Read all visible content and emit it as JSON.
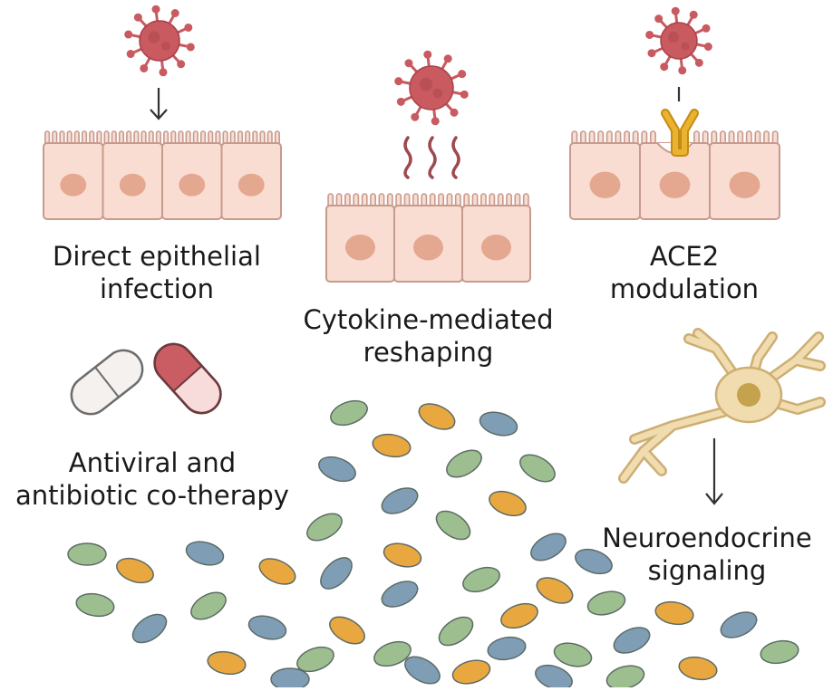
{
  "labels": {
    "direct": [
      "Direct epithelial",
      "infection"
    ],
    "cytokine": [
      "Cytokine-mediated",
      "reshaping"
    ],
    "ace2": [
      "ACE2",
      "modulation"
    ],
    "antiviral": [
      "Antiviral and",
      "antibiotic co-therapy"
    ],
    "neuro": [
      "Neuroendocrine",
      "signaling"
    ]
  },
  "icons": {
    "virus": "virus-icon",
    "epithelium": "epithelial-cells-icon",
    "capsule": "capsule-icon",
    "neuron": "neuron-icon",
    "receptor": "ace2-receptor-icon",
    "bacteria": "gut-bacteria-icon"
  },
  "colors": {
    "virus": "#c85a60",
    "cell_fill": "#f9ddd2",
    "cell_stroke": "#c79a8e",
    "nucleus": "#e4a78f",
    "cytokine": "#9c4a4f",
    "receptor": "#e9b22f",
    "neuron": "#f0dcae",
    "neuron_stroke": "#d2b57a",
    "capsule_red": "#c95d63",
    "bacteria_orange": "#e8a83f",
    "bacteria_green": "#9dbf8f",
    "bacteria_blue": "#7f9eb5"
  }
}
